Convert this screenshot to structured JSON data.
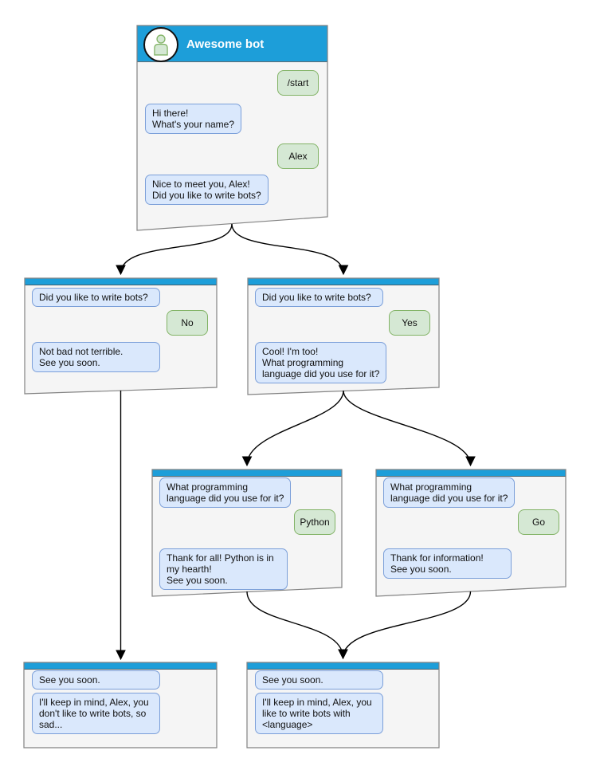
{
  "diagram": {
    "windows": [
      {
        "id": "start",
        "title": "Awesome bot",
        "bubbles": [
          {
            "side": "user",
            "text": "/start"
          },
          {
            "side": "bot",
            "text": "Hi there!\nWhat's your name?"
          },
          {
            "side": "user",
            "text": "Alex"
          },
          {
            "side": "bot",
            "text": "Nice to meet you, Alex!\nDid you like to write bots?"
          }
        ]
      },
      {
        "id": "branch-no",
        "bubbles": [
          {
            "side": "bot",
            "text": "Did you like to write bots?"
          },
          {
            "side": "user",
            "text": "No"
          },
          {
            "side": "bot",
            "text": "Not bad not terrible.\nSee you soon."
          }
        ]
      },
      {
        "id": "branch-yes",
        "bubbles": [
          {
            "side": "bot",
            "text": "Did you like to write bots?"
          },
          {
            "side": "user",
            "text": "Yes"
          },
          {
            "side": "bot",
            "text": "Cool! I'm too!\nWhat programming\nlanguage did you use for it?"
          }
        ]
      },
      {
        "id": "lang-python",
        "bubbles": [
          {
            "side": "bot",
            "text": "What programming\nlanguage did you use for it?"
          },
          {
            "side": "user",
            "text": "Python"
          },
          {
            "side": "bot",
            "text": "Thank for all! Python is in\nmy hearth!\nSee you soon."
          }
        ]
      },
      {
        "id": "lang-go",
        "bubbles": [
          {
            "side": "bot",
            "text": "What programming\nlanguage did you use for it?"
          },
          {
            "side": "user",
            "text": "Go"
          },
          {
            "side": "bot",
            "text": "Thank for information!\nSee you soon."
          }
        ]
      },
      {
        "id": "end-no",
        "bubbles": [
          {
            "side": "bot",
            "text": "See you soon."
          },
          {
            "side": "bot",
            "text": "I'll keep in mind, Alex, you\ndon't like to write bots, so\nsad..."
          }
        ]
      },
      {
        "id": "end-yes",
        "bubbles": [
          {
            "side": "bot",
            "text": "See you soon."
          },
          {
            "side": "bot",
            "text": "I'll keep in mind, Alex, you\nlike to write bots with\n<language>"
          }
        ]
      }
    ],
    "edges": [
      {
        "from": "start",
        "to": "branch-no"
      },
      {
        "from": "start",
        "to": "branch-yes"
      },
      {
        "from": "branch-no",
        "to": "end-no"
      },
      {
        "from": "branch-yes",
        "to": "lang-python"
      },
      {
        "from": "branch-yes",
        "to": "lang-go"
      },
      {
        "from": "lang-python",
        "to": "end-yes"
      },
      {
        "from": "lang-go",
        "to": "end-yes"
      }
    ],
    "colors": {
      "header_blue": "#1d9ed9",
      "window_fill": "#f5f5f5",
      "window_stroke": "#828282",
      "bot_bubble_fill": "#dae8fc",
      "bot_bubble_stroke": "#7b9fd9",
      "user_bubble_fill": "#d5e8d4",
      "user_bubble_stroke": "#82b366",
      "edge_color": "#000000",
      "title_color": "#ffffff",
      "text_color": "#111111"
    }
  }
}
